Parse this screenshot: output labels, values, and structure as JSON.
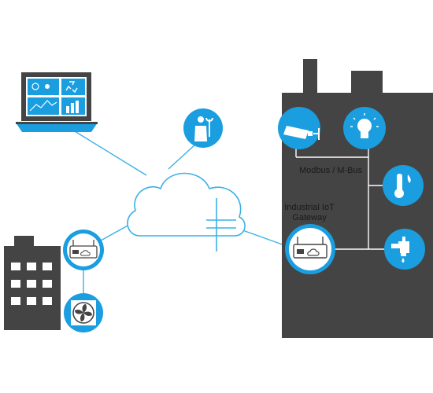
{
  "diagram": {
    "protocol_label": "Modbus / M-Bus",
    "gateway_label_line1": "Industrial IoT",
    "gateway_label_line2": "Gateway"
  },
  "icons": {
    "laptop": "laptop-dashboard-icon",
    "cloud": "cloud-icon",
    "technician": "technician-wrench-icon",
    "office_building": "office-building-icon",
    "small_gateway": "gateway-device-icon",
    "fan": "fan-icon",
    "factory": "factory-icon",
    "camera": "security-camera-icon",
    "bulb": "light-bulb-icon",
    "thermometer": "thermometer-flame-icon",
    "tap": "water-tap-icon"
  },
  "colors": {
    "accent": "#1a9ee0",
    "building_dark": "#444444",
    "line": "#3cb0e6"
  }
}
